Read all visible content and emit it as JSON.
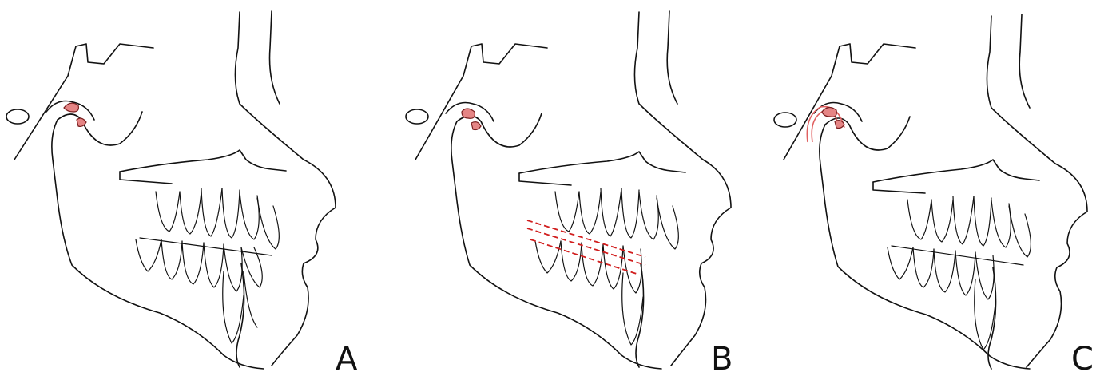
{
  "figure": {
    "panels": [
      {
        "label": "A",
        "highlight": "disc"
      },
      {
        "label": "B",
        "highlight": "occlusal-plane"
      },
      {
        "label": "C",
        "highlight": "condyle-outline"
      }
    ],
    "colors": {
      "line": "#111111",
      "disc_fill": "#e58585",
      "occlusal_dashes": "#d11f1f",
      "condyle_outline": "#e06060",
      "background": "#ffffff"
    }
  }
}
